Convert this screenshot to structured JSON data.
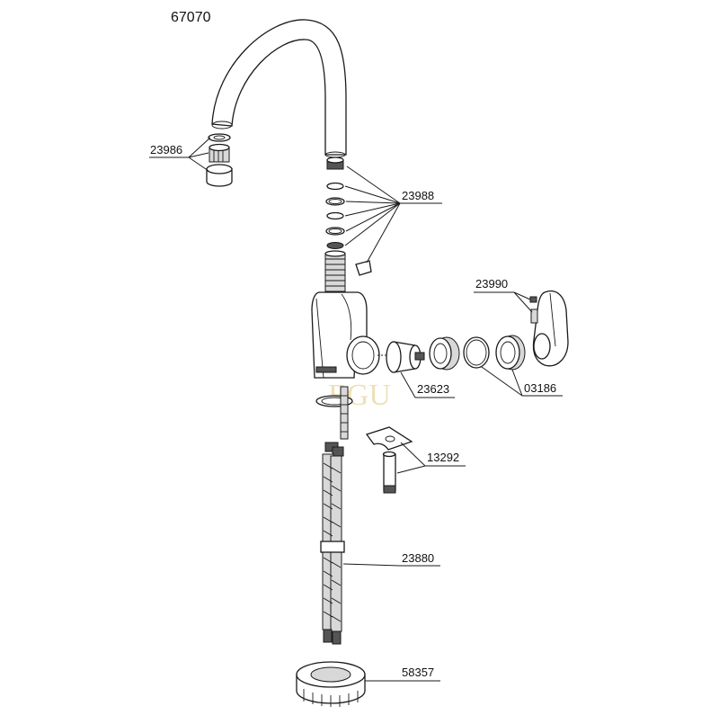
{
  "diagram": {
    "title": "67070",
    "labels": {
      "aerator": "23986",
      "seal_kit": "23988",
      "handle_screw": "23990",
      "cartridge": "23623",
      "cap_ring": "03186",
      "mounting_kit": "13292",
      "hoses": "23880",
      "base_ring": "58357"
    },
    "watermark": "EGU"
  }
}
